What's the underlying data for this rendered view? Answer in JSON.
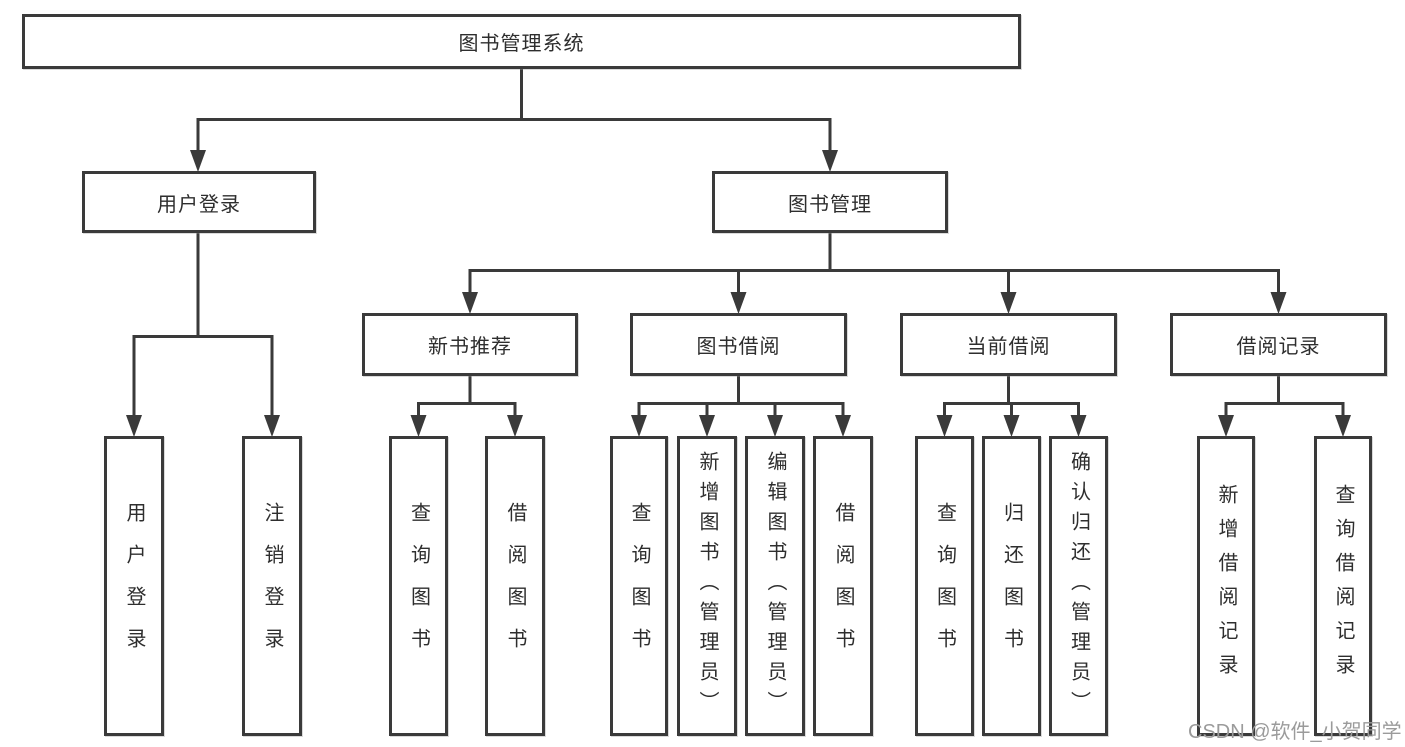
{
  "diagram_title": "图书管理系统",
  "nodes": {
    "root": "图书管理系统",
    "user_login": "用户登录",
    "book_mgmt": "图书管理",
    "new_book": "新书推荐",
    "book_borrow": "图书借阅",
    "cur_borrow": "当前借阅",
    "borrow_rec": "借阅记录",
    "ul_login": "用户登录",
    "ul_logout": "注销登录",
    "nb_query": "查询图书",
    "nb_borrow": "借阅图书",
    "bb_query": "查询图书",
    "bb_add": "新增图书（管理员）",
    "bb_edit": "编辑图书（管理员）",
    "bb_borrow": "借阅图书",
    "cb_query": "查询图书",
    "cb_return": "归还图书",
    "cb_confirm": "确认归还（管理员）",
    "br_add": "新增借阅记录",
    "br_query": "查询借阅记录"
  },
  "watermark": "CSDN @软件_小贺同学",
  "colors": {
    "line": "#3a3a3a",
    "text": "#2e2e2e",
    "box_background": "#ffffff",
    "watermark": "#9b9b9b"
  }
}
